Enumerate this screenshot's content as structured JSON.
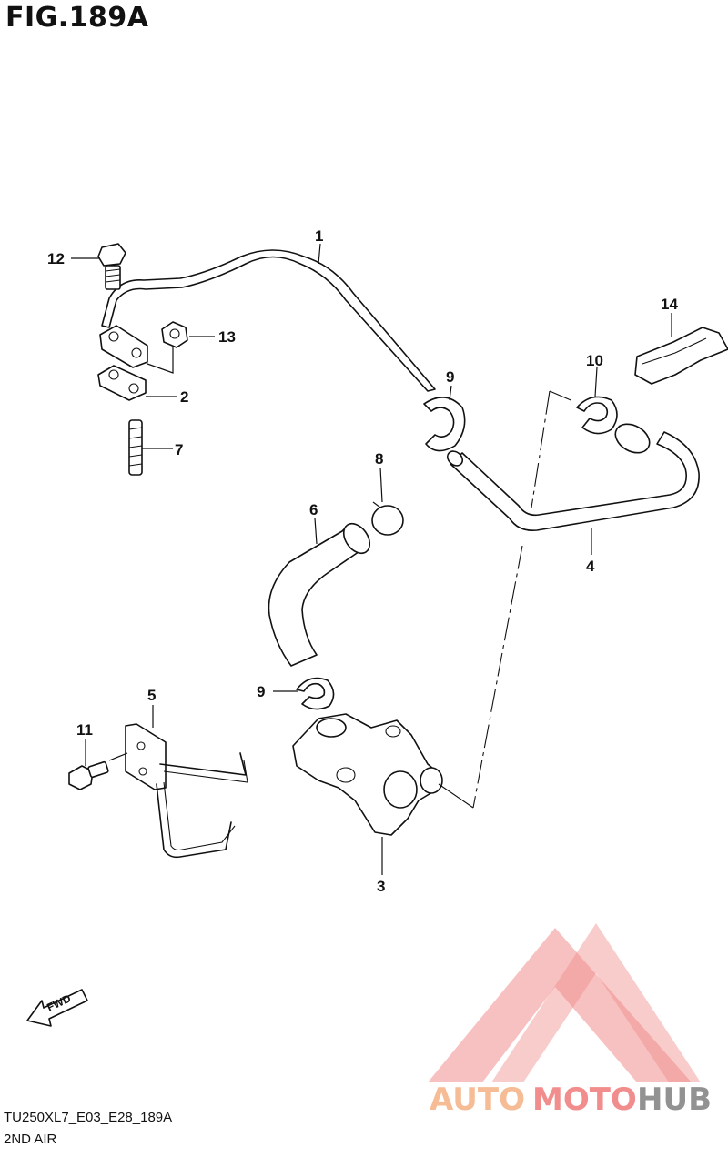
{
  "figure": {
    "title": "FIG.189A",
    "code": "TU250XL7_E03_E28_189A",
    "name": "2ND AIR"
  },
  "callouts": {
    "c1": "1",
    "c2": "2",
    "c3": "3",
    "c4": "4",
    "c5": "5",
    "c6": "6",
    "c7": "7",
    "c8": "8",
    "c9a": "9",
    "c9b": "9",
    "c10": "10",
    "c11": "11",
    "c12": "12",
    "c13": "13",
    "c14": "14"
  },
  "fwd_label": "FWD",
  "watermark": {
    "auto": "AUTO",
    "moto": "MOTO",
    "hub": "HUB",
    "colors": {
      "orange": "#f4b183",
      "red": "#ef7a7a",
      "gray": "#7f7f7f"
    }
  }
}
